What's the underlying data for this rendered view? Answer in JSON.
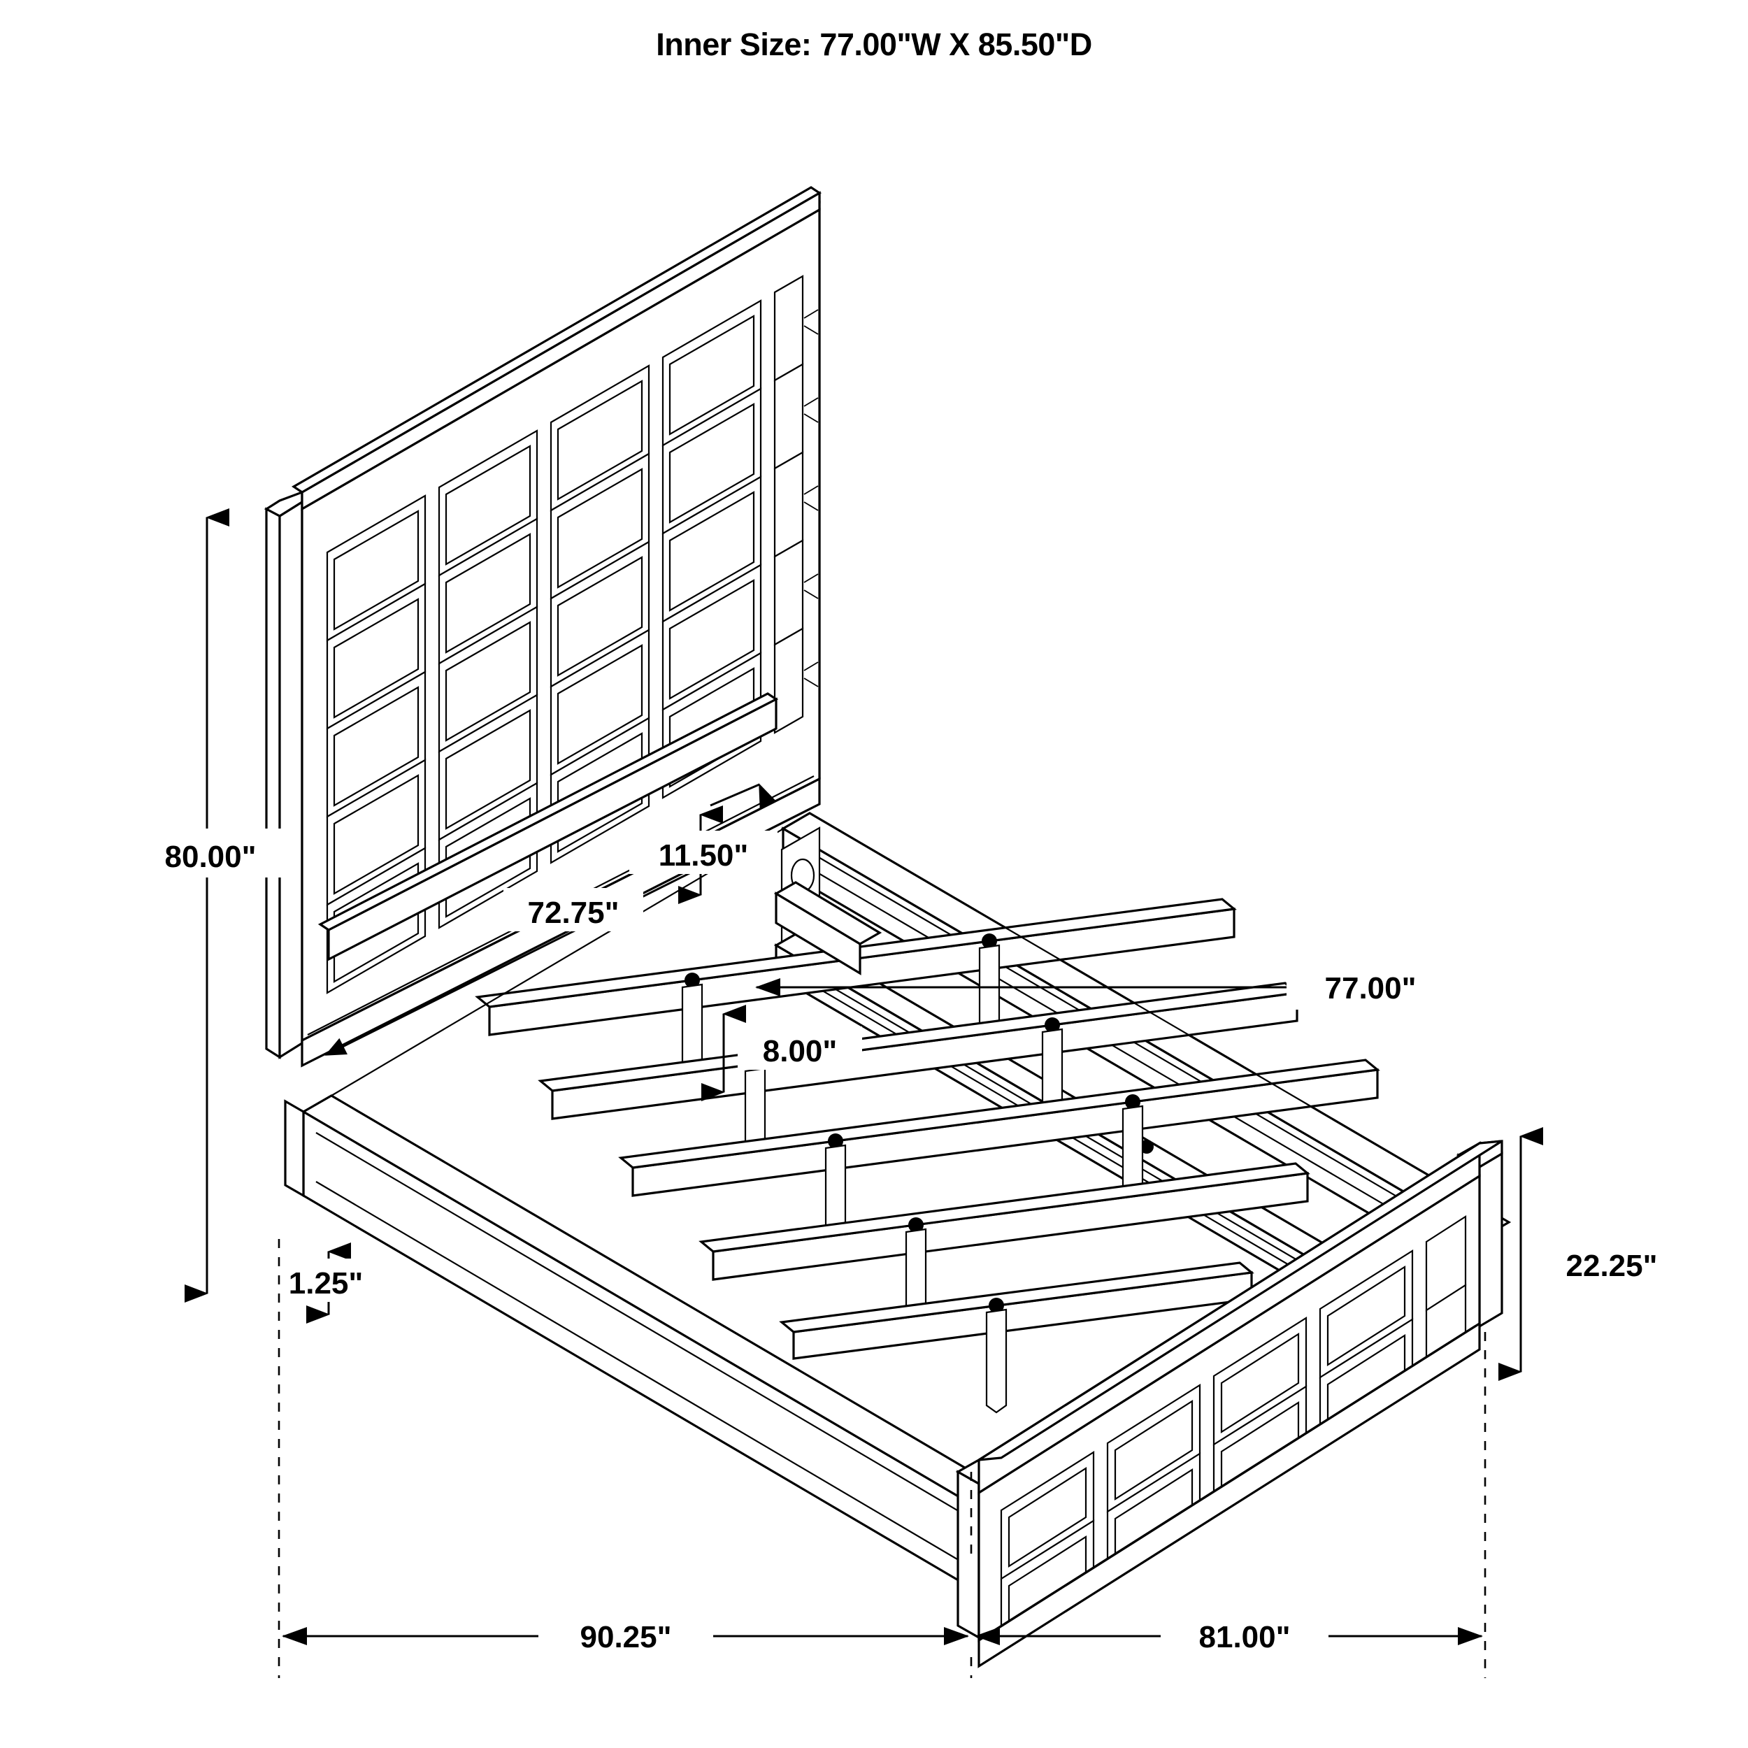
{
  "header": {
    "title": "Inner Size: 77.00\"W X 85.50\"D"
  },
  "product": {
    "type": "bed-frame",
    "view": "isometric-technical-drawing",
    "components": [
      "headboard",
      "footboard",
      "side-rails",
      "center-support-rail",
      "slats",
      "support-legs"
    ]
  },
  "dimensions": {
    "overall_height": "80.00\"",
    "headboard_panel_width": "72.75\"",
    "rail_to_headboard_offset": "11.50\"",
    "mattress_inner_width": "77.00\"",
    "slat_leg_height": "8.00\"",
    "footboard_height": "22.25\"",
    "rail_thickness": "1.25\"",
    "overall_length": "90.25\"",
    "overall_width": "81.00\""
  },
  "labels": {
    "height_80": "80.00\"",
    "panel_72": "72.75\"",
    "offset_11": "11.50\"",
    "inner_77": "77.00\"",
    "leg_8": "8.00\"",
    "foot_22": "22.25\"",
    "rail_125": "1.25\"",
    "length_90": "90.25\"",
    "width_81": "81.00\""
  },
  "colors": {
    "line": "#000000",
    "background": "#ffffff",
    "text": "#000000"
  }
}
